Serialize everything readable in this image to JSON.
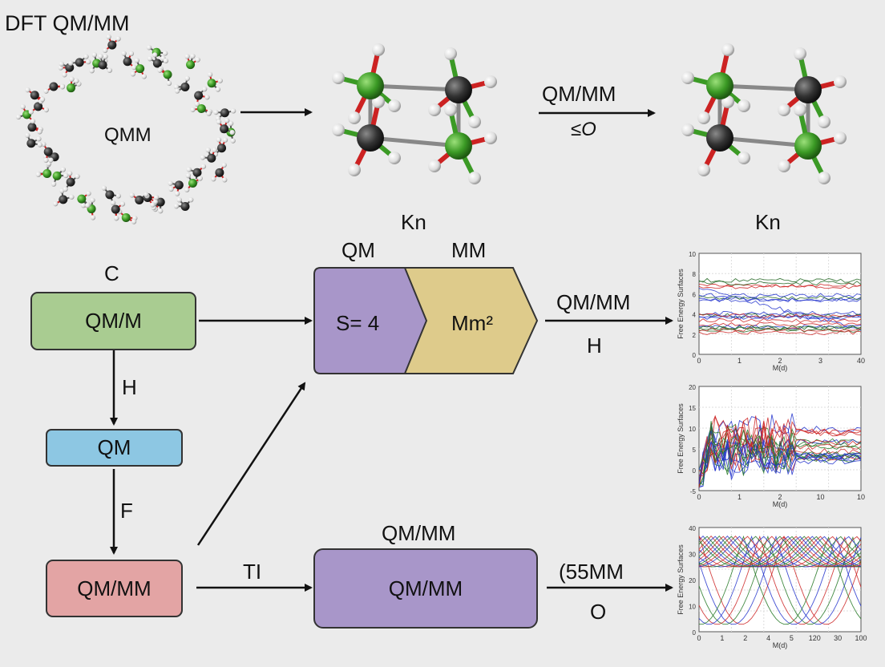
{
  "title": "DFT QM/MM",
  "top_row": {
    "cluster_label": "QMM",
    "molecule1_caption": "Kn",
    "arrow2_label_top": "QM/MM",
    "arrow2_label_bottom": "≤O",
    "molecule2_caption": "Kn"
  },
  "flow": {
    "label_c": "C",
    "box_green": "QM/M",
    "arrow_h": "H",
    "box_blue": "QM",
    "arrow_f": "F",
    "box_red": "QM/MM",
    "arrow_ti": "TI",
    "combo_left_header": "QM",
    "combo_right_header": "MM",
    "combo_left_text": "S= 4",
    "combo_right_text": "Mm²",
    "arrow_mid_top": "QM/MM",
    "arrow_mid_bottom": "H",
    "purple_box_header": "QM/MM",
    "purple_box_text": "QM/MM",
    "arrow_bottom_top": "(55MM",
    "arrow_bottom_bottom": "O"
  },
  "plots": [
    {
      "ylabel": "Free Energy Surfaces",
      "xlabel": "M(d)",
      "xticks": [
        "0",
        "1",
        "2",
        "3",
        "40"
      ],
      "yticks": [
        "10",
        "8",
        "6",
        "4",
        "2",
        "0"
      ],
      "series_colors": [
        "#2233cc",
        "#cc2222",
        "#226622"
      ]
    },
    {
      "ylabel": "Free Energy Surfaces",
      "xlabel": "M(d)",
      "xticks": [
        "0",
        "1",
        "2",
        "10",
        "10"
      ],
      "yticks": [
        "20",
        "15",
        "10",
        "5",
        "0",
        "-5"
      ],
      "series_colors": [
        "#2233cc",
        "#cc2222",
        "#227722"
      ]
    },
    {
      "ylabel": "Free Energy Surfaces",
      "xlabel": "M(d)",
      "xticks": [
        "0",
        "1",
        "2",
        "4",
        "5",
        "120",
        "30",
        "100"
      ],
      "yticks": [
        "40",
        "30",
        "20",
        "10",
        "0"
      ],
      "series_colors": [
        "#cc2222",
        "#2233cc",
        "#227722"
      ]
    }
  ],
  "colors": {
    "green_box": "#a9cc91",
    "blue_box": "#8dc7e3",
    "red_box": "#e3a4a4",
    "purple_box": "#a896c9",
    "tan_box": "#decb8b",
    "atom_green": "#3b9a25",
    "atom_dark": "#333333",
    "bond_red": "#cc2222"
  }
}
